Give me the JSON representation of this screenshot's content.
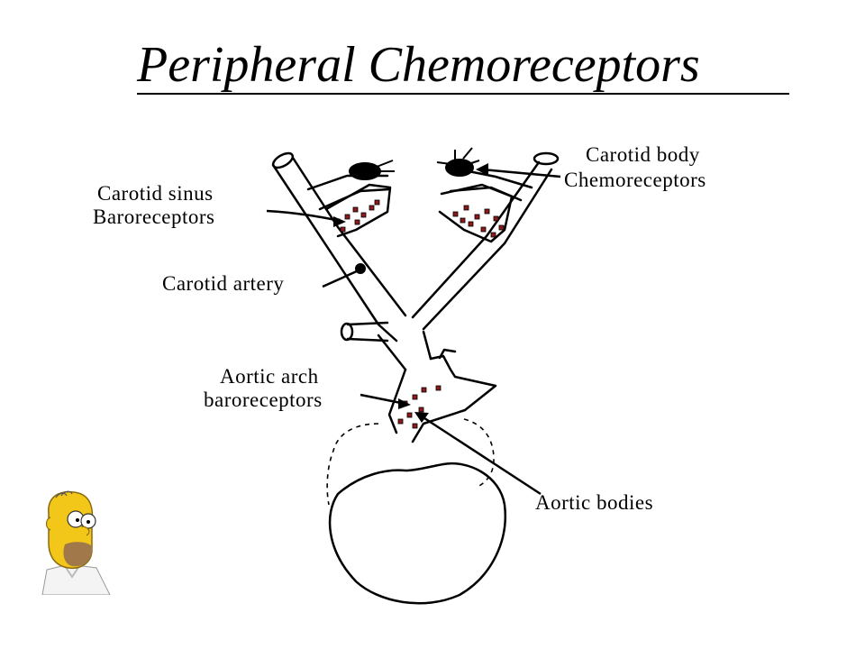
{
  "slide": {
    "title": "Peripheral Chemoreceptors"
  },
  "labels": {
    "carotid_body_line1": "Carotid body",
    "carotid_body_line2": "Chemoreceptors",
    "carotid_sinus_line1": "Carotid sinus",
    "carotid_sinus_line2": "Baroreceptors",
    "carotid_artery": "Carotid artery",
    "aortic_arch_line1": "Aortic arch",
    "aortic_arch_line2": "baroreceptors",
    "aortic_bodies": "Aortic bodies"
  },
  "colors": {
    "ink": "#000000",
    "receptor_dot": "#8b1a1a",
    "homer_skin": "#f2c71a",
    "homer_beard": "#a0784a"
  },
  "icons": {
    "corner_character": "homer-character-icon"
  }
}
